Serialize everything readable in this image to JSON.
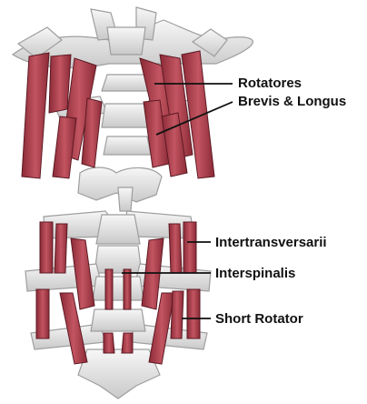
{
  "labels": {
    "rotatores_line1": "Rotatores",
    "rotatores_line2": "Brevis & Longus",
    "intertransversarii": "Intertransversarii",
    "interspinalis": "Interspinalis",
    "short_rotator": "Short Rotator"
  },
  "colors": {
    "muscle": "#b4424e",
    "muscle_dark": "#6e1f2a",
    "bone": "#ececec",
    "bone_shadow": "#b9b9b9",
    "leader": "#111111"
  }
}
